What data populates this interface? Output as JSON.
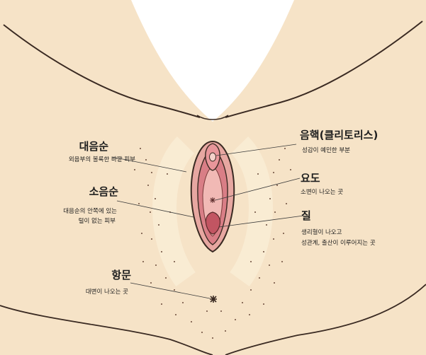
{
  "labels": {
    "labia_majora": {
      "title": "대음순",
      "desc": "외음부의 볼록한 바깥 피부"
    },
    "labia_minora": {
      "title": "소음순",
      "desc_1": "대음순의 안쪽에 있는",
      "desc_2": "털이 없는 피부"
    },
    "anus": {
      "title": "항문",
      "desc": "대변이 나오는 곳"
    },
    "clitoris": {
      "title": "음핵(클리토리스)",
      "desc": "성감이 예민한 부분"
    },
    "urethra": {
      "title": "요도",
      "desc": "소변이 나오는 곳"
    },
    "vagina": {
      "title": "질",
      "desc_1": "생리혈이 나오고",
      "desc_2": "성관계, 출산이 이루어지는 곳"
    }
  },
  "colors": {
    "skin": "#f6e3c7",
    "outline": "#3a2a22",
    "labia_outer": "#e7a7a1",
    "labia_inner": "#d97e86",
    "vestibule": "#f1b9b5",
    "vaginal_opening": "#c25562",
    "clitoral_hood": "#e8969a",
    "leader_line": "#3a3a3a"
  }
}
